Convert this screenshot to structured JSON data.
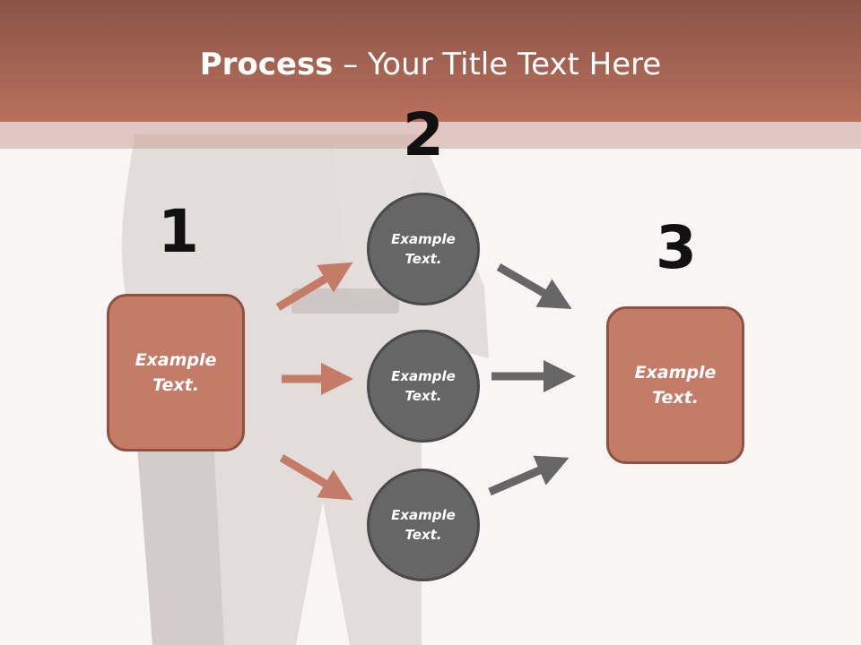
{
  "slide": {
    "title_bold": "Process",
    "title_rest": " – Your Title Text Here"
  },
  "steps": [
    {
      "number": "1"
    },
    {
      "number": "2"
    },
    {
      "number": "3"
    }
  ],
  "boxes": {
    "left": "Example Text.",
    "right": "Example Text."
  },
  "circles": [
    "Example Text.",
    "Example Text.",
    "Example Text."
  ],
  "colors": {
    "header": "#b9705c",
    "box_fill": "#c47c68",
    "circle_fill": "#666666",
    "arrow_left": "#c47c68",
    "arrow_right": "#666666"
  }
}
